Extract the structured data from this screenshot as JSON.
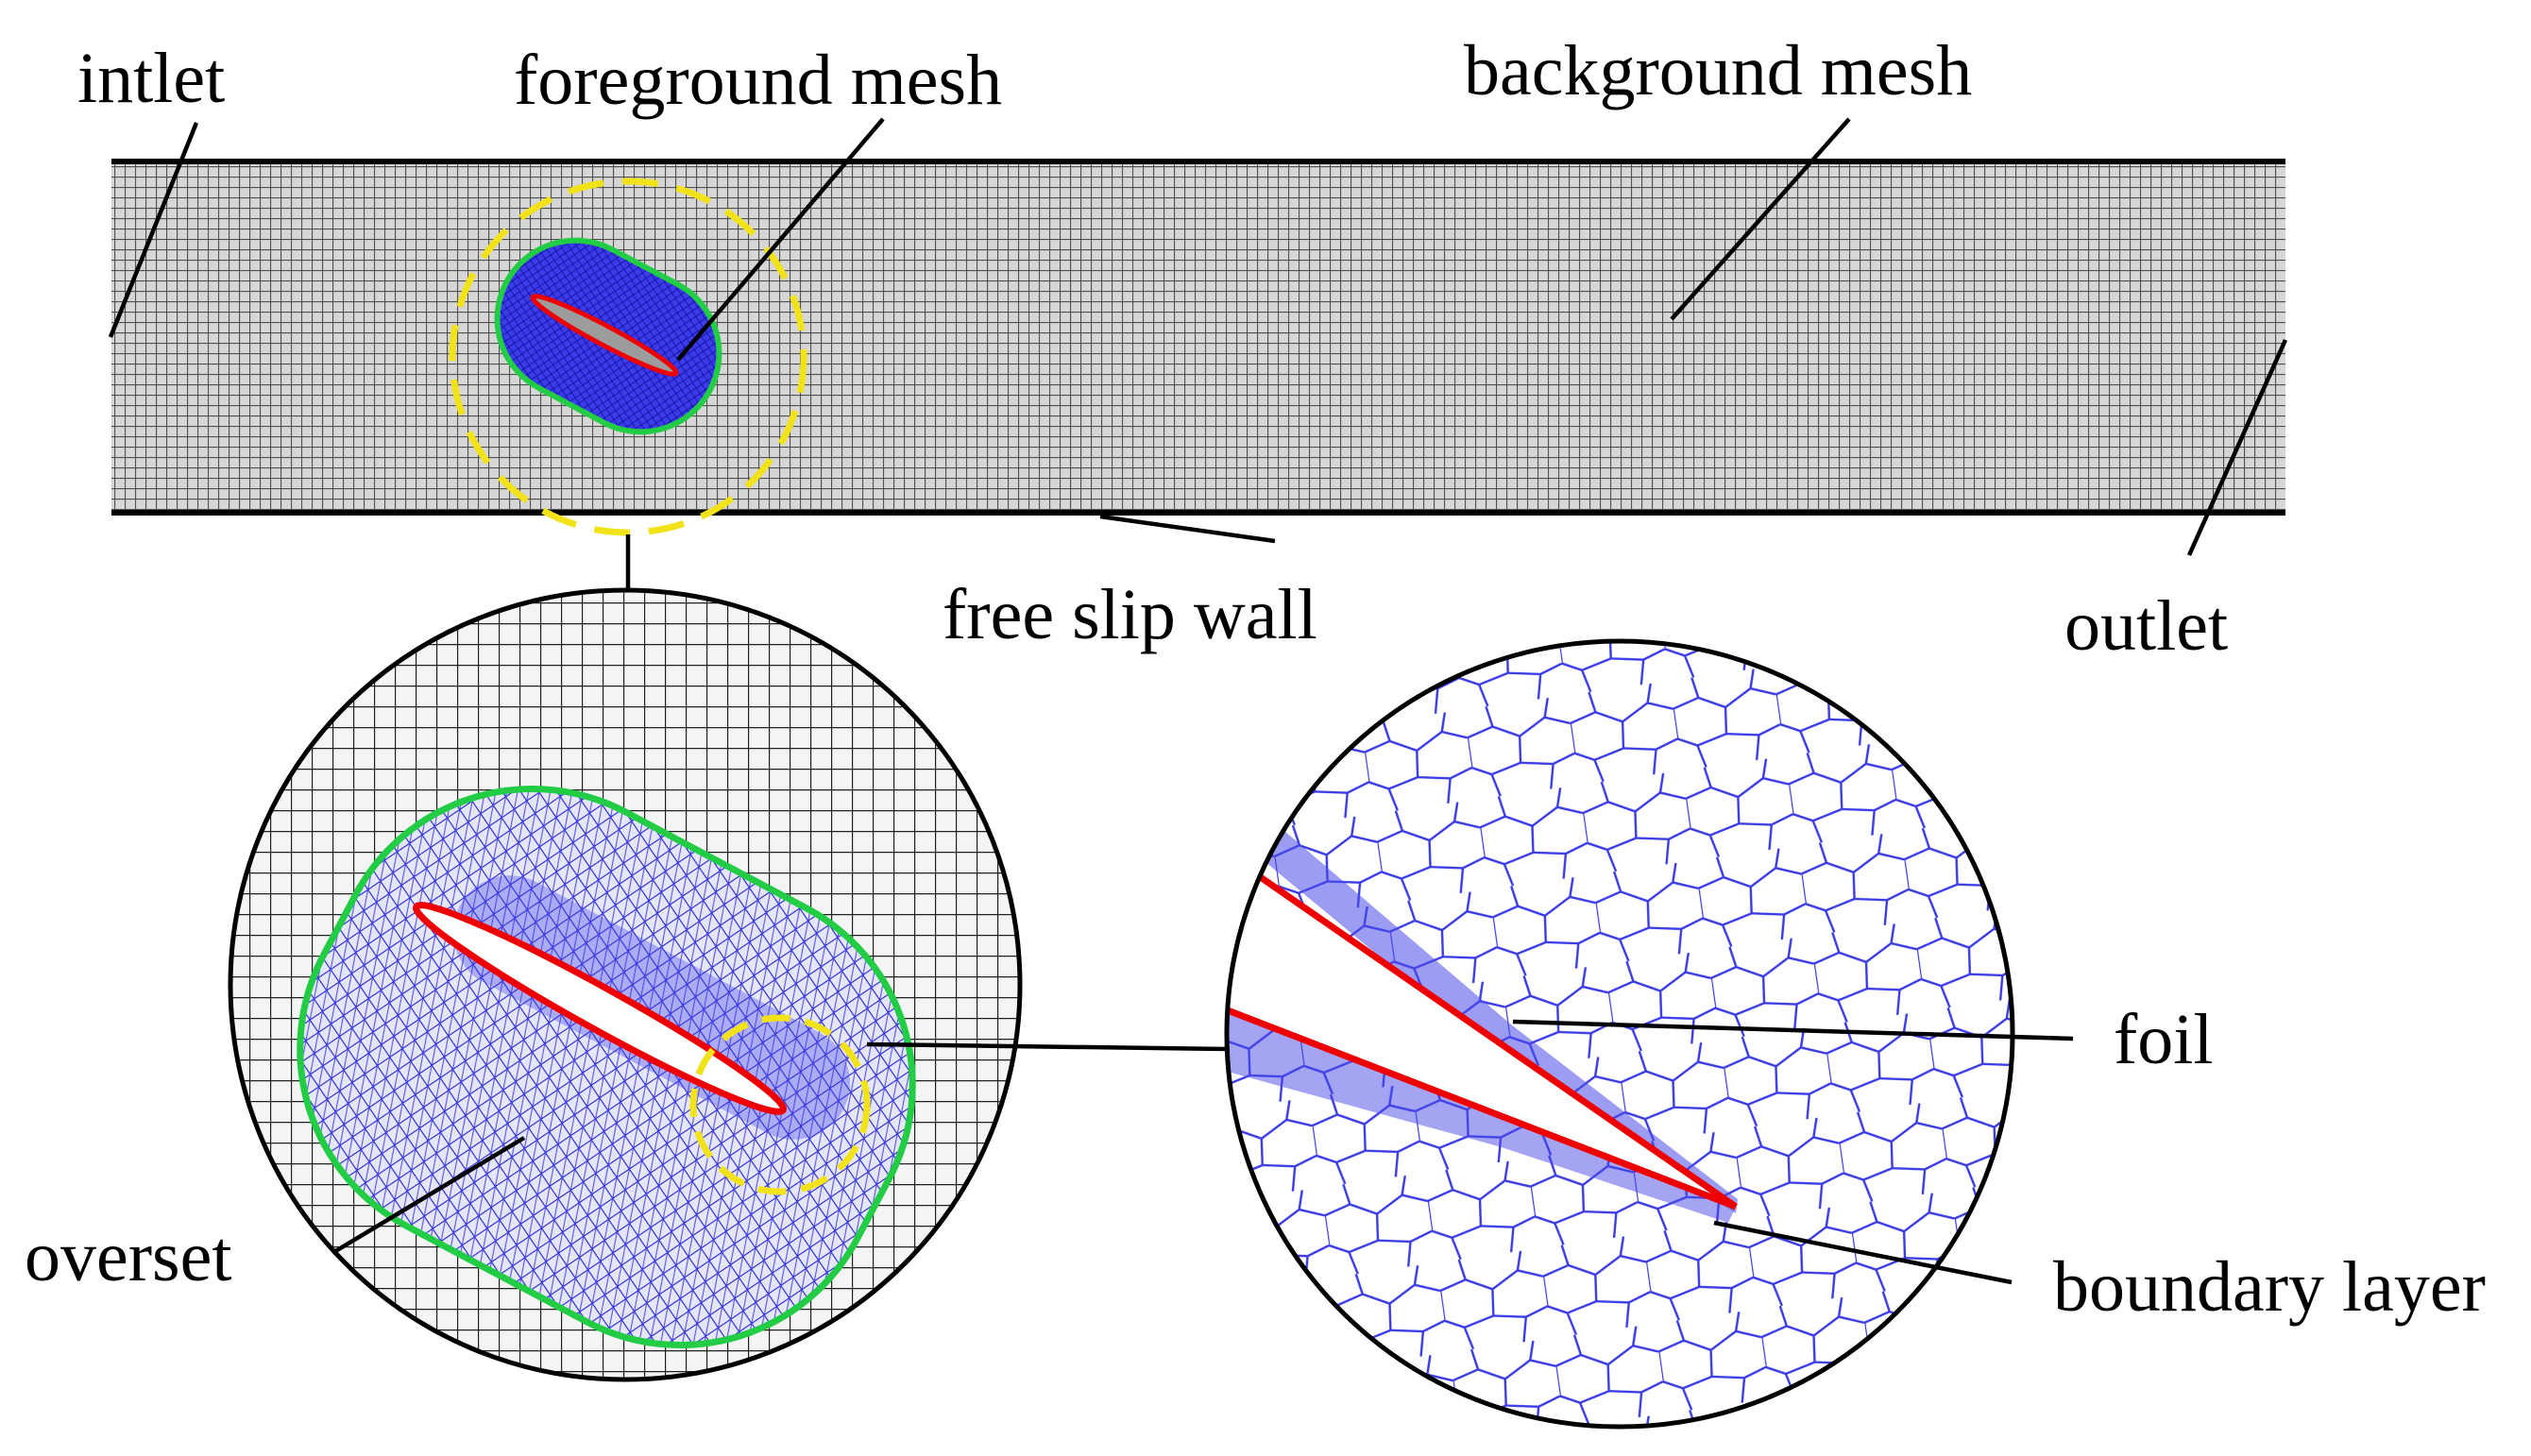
{
  "labels": {
    "inlet": "intlet",
    "foreground": "foreground mesh",
    "background": "background mesh",
    "wall": "free slip wall",
    "outlet": "outlet",
    "overset": "overset",
    "foil": "foil",
    "boundary": "boundary layer"
  },
  "colors": {
    "background_grid": "#555555",
    "foreground_mesh": "#1f1fd6",
    "overset_boundary": "#22cc44",
    "foil": "#ee0000",
    "zoom_marker": "#f2e21a",
    "leader_lines": "#000000"
  }
}
